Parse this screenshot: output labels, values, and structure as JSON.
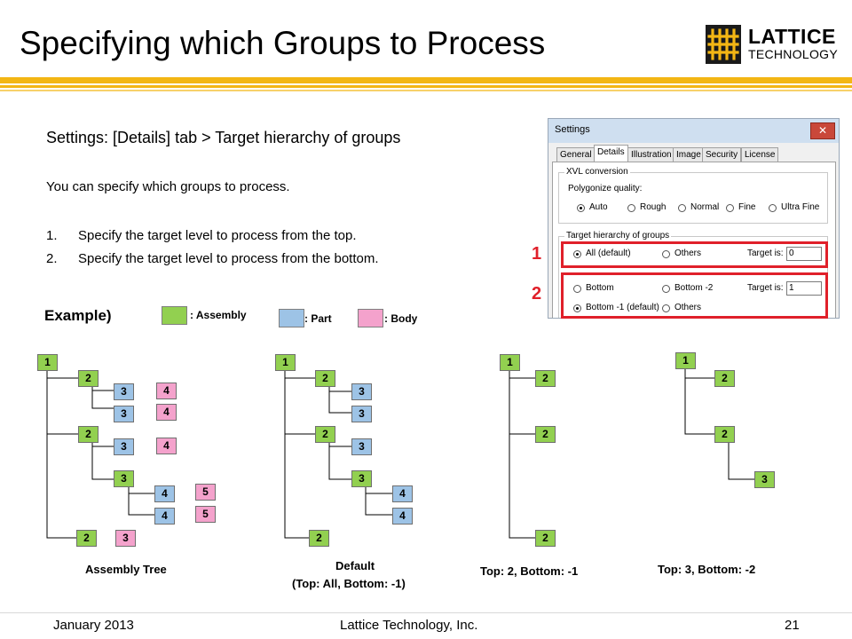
{
  "slide": {
    "title": "Specifying which Groups to Process",
    "settings_path": "Settings: [Details] tab > Target hierarchy of groups",
    "intro": "You can specify which groups to process.",
    "steps": [
      {
        "num": "1.",
        "text": "Specify the target level to process from the top."
      },
      {
        "num": "2.",
        "text": "Specify the target level to process from the bottom."
      }
    ]
  },
  "logo": {
    "line1": "LATTICE",
    "line2": "TECHNOLOGY",
    "color": "#f3b614"
  },
  "dialog": {
    "title": "Settings",
    "close": "✕",
    "tabs": [
      "General",
      "Details",
      "Illustration",
      "Image",
      "Security",
      "License"
    ],
    "active_tab": "Details",
    "xvl_group": "XVL conversion",
    "polygonize_label": "Polygonize quality:",
    "quality_options": [
      "Auto",
      "Rough",
      "Normal",
      "Fine",
      "Ultra Fine"
    ],
    "hierarchy_group": "Target hierarchy of groups",
    "top_options": [
      "All (default)",
      "Others"
    ],
    "top_target_label": "Target is:",
    "top_target_value": "0",
    "bottom_options": [
      "Bottom",
      "Bottom -2",
      "Bottom -1 (default)",
      "Others"
    ],
    "bottom_target_label": "Target is:",
    "bottom_target_value": "1"
  },
  "markers": {
    "top": "1",
    "bottom": "2",
    "color": "#e0202a"
  },
  "legend": {
    "title": "Example)",
    "assembly": ": Assembly",
    "part": ": Part",
    "body": ": Body",
    "colors": {
      "assembly": "#92d050",
      "part": "#9dc3e6",
      "body": "#f4a2cc"
    }
  },
  "diagrams": [
    {
      "caption": "Assembly Tree",
      "nodes": [
        "1",
        "2",
        "3",
        "4",
        "3",
        "4",
        "2",
        "3",
        "4",
        "3",
        "4",
        "5",
        "4",
        "5",
        "2",
        "3"
      ]
    },
    {
      "caption_line1": "Default",
      "caption_line2": "(Top: All, Bottom: -1)",
      "nodes": [
        "1",
        "2",
        "3",
        "3",
        "2",
        "3",
        "3",
        "4",
        "4",
        "2"
      ]
    },
    {
      "caption": "Top: 2, Bottom: -1",
      "nodes": [
        "1",
        "2",
        "2",
        "2"
      ]
    },
    {
      "caption": "Top: 3, Bottom: -2",
      "nodes": [
        "1",
        "2",
        "2",
        "3"
      ]
    }
  ],
  "footer": {
    "date": "January 2013",
    "company": "Lattice Technology, Inc.",
    "page": "21"
  }
}
